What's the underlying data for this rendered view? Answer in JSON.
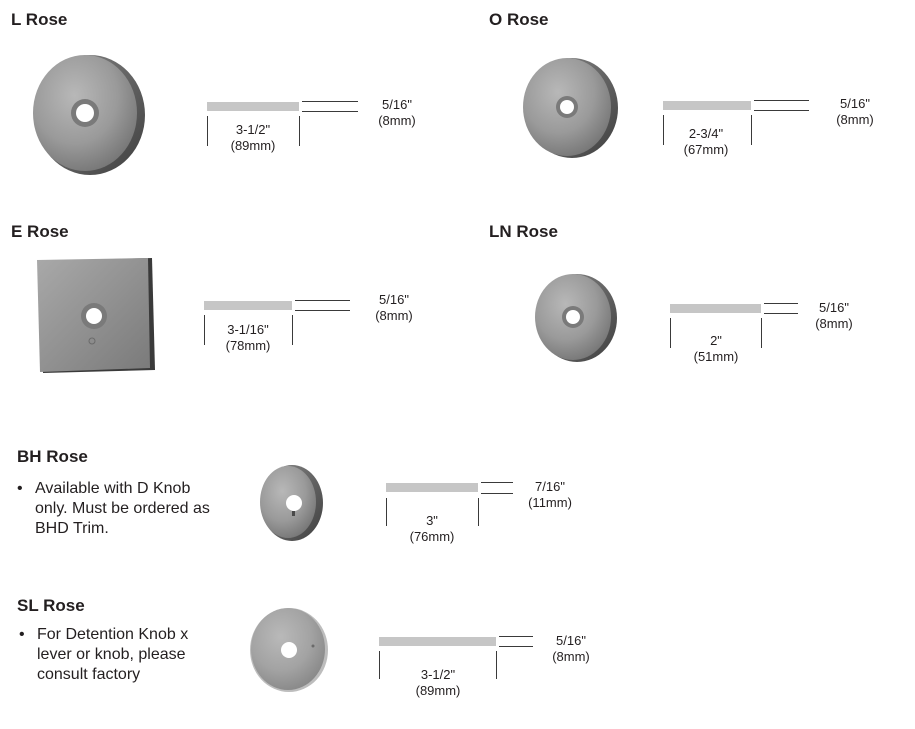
{
  "items": [
    {
      "name": "L Rose",
      "width_label": "3-1/2\"",
      "width_mm": "(89mm)",
      "thick_label": "5/16\"",
      "thick_mm": "(8mm)"
    },
    {
      "name": "O Rose",
      "width_label": "2-3/4\"",
      "width_mm": "(67mm)",
      "thick_label": "5/16\"",
      "thick_mm": "(8mm)"
    },
    {
      "name": "E Rose",
      "width_label": "3-1/16\"",
      "width_mm": "(78mm)",
      "thick_label": "5/16\"",
      "thick_mm": "(8mm)"
    },
    {
      "name": "LN Rose",
      "width_label": "2\"",
      "width_mm": "(51mm)",
      "thick_label": "5/16\"",
      "thick_mm": "(8mm)"
    },
    {
      "name": "BH Rose",
      "note": "Available with D Knob only. Must be ordered as BHD Trim.",
      "width_label": "3\"",
      "width_mm": "(76mm)",
      "thick_label": "7/16\"",
      "thick_mm": "(11mm)"
    },
    {
      "name": "SL Rose",
      "note": "For Detention Knob x lever or knob, please consult factory",
      "width_label": "3-1/2\"",
      "width_mm": "(89mm)",
      "thick_label": "5/16\"",
      "thick_mm": "(8mm)"
    }
  ]
}
